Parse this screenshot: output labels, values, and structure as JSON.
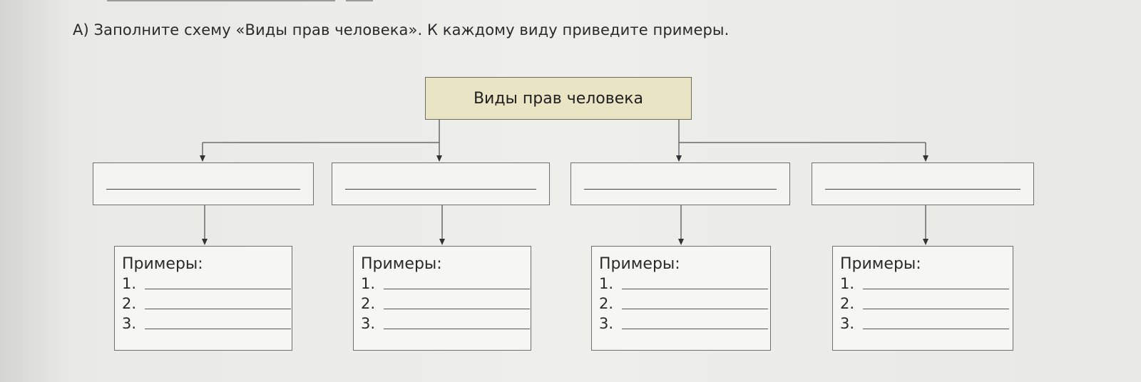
{
  "instruction": "А) Заполните схему «Виды прав человека». К каждому виду приведите примеры.",
  "root": "Виды прав человека",
  "example_title": "Примеры:",
  "numbers": [
    "1.",
    "2.",
    "3."
  ]
}
